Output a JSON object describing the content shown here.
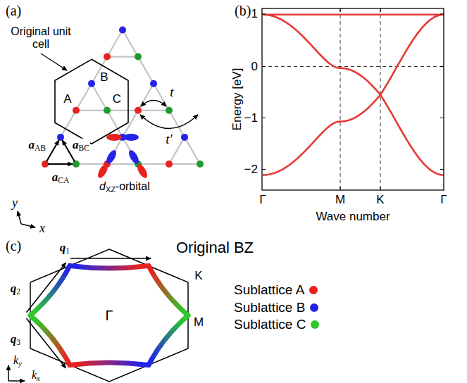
{
  "diagram": {
    "labels": [
      "(a)",
      "Original unit cell",
      "B",
      "A",
      "C",
      "t",
      "t′",
      "aAB",
      "aBC",
      "aCA",
      "dXZ-orbital",
      "y",
      "x",
      "(b)",
      "1",
      "0",
      "−1",
      "−2",
      "Energy [eV]",
      "Γ",
      "M",
      "K",
      "Γ",
      "Wave number",
      "(c)",
      "Original BZ",
      "q1",
      "q2",
      "q3",
      "K",
      "Γ",
      "M",
      "ky",
      "kx"
    ],
    "legend": [
      {
        "text": "Sublattice A",
        "color": "#e8231f"
      },
      {
        "text": "Sublattice B",
        "color": "#2424e8"
      },
      {
        "text": "Sublattice C",
        "color": "#2ec82e"
      }
    ]
  }
}
